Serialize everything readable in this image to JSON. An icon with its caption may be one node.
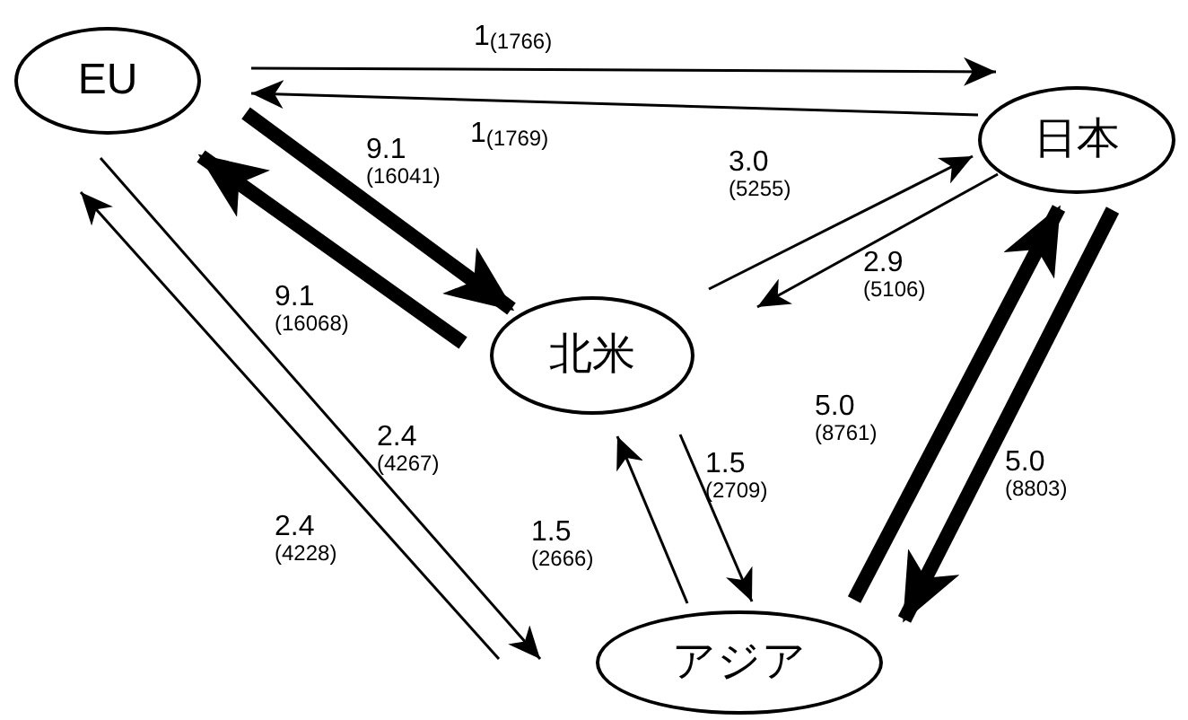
{
  "diagram": {
    "nodes": [
      {
        "text": [
          "EU"
        ]
      },
      {
        "text": [
          "日本"
        ]
      },
      {
        "text": [
          "北米"
        ]
      },
      {
        "text": [
          "アジア"
        ]
      }
    ],
    "edges": [
      {
        "from": 0,
        "to": 1,
        "arrow": "to",
        "label": "1(1766)"
      },
      {
        "from": 1,
        "to": 0,
        "arrow": "to",
        "label": "1(1769)"
      },
      {
        "from": 0,
        "to": 2,
        "arrow": "to",
        "label": "9.1 (16041)",
        "style": "thick"
      },
      {
        "from": 2,
        "to": 0,
        "arrow": "to",
        "label": "9.1 (16068)",
        "style": "thick"
      },
      {
        "from": 2,
        "to": 1,
        "arrow": "to",
        "label": "3.0 (5255)"
      },
      {
        "from": 1,
        "to": 2,
        "arrow": "to",
        "label": "2.9 (5106)"
      },
      {
        "from": 0,
        "to": 3,
        "arrow": "to",
        "label": "2.4 (4267)"
      },
      {
        "from": 3,
        "to": 0,
        "arrow": "to",
        "label": "2.4 (4228)"
      },
      {
        "from": 2,
        "to": 3,
        "arrow": "to",
        "label": "1.5 (2709)"
      },
      {
        "from": 3,
        "to": 2,
        "arrow": "to",
        "label": "1.5 (2666)"
      },
      {
        "from": 3,
        "to": 1,
        "arrow": "to",
        "label": "5.0 (8761)",
        "style": "thick"
      },
      {
        "from": 1,
        "to": 3,
        "arrow": "to",
        "label": "5.0 (8803)",
        "style": "thick"
      }
    ]
  }
}
